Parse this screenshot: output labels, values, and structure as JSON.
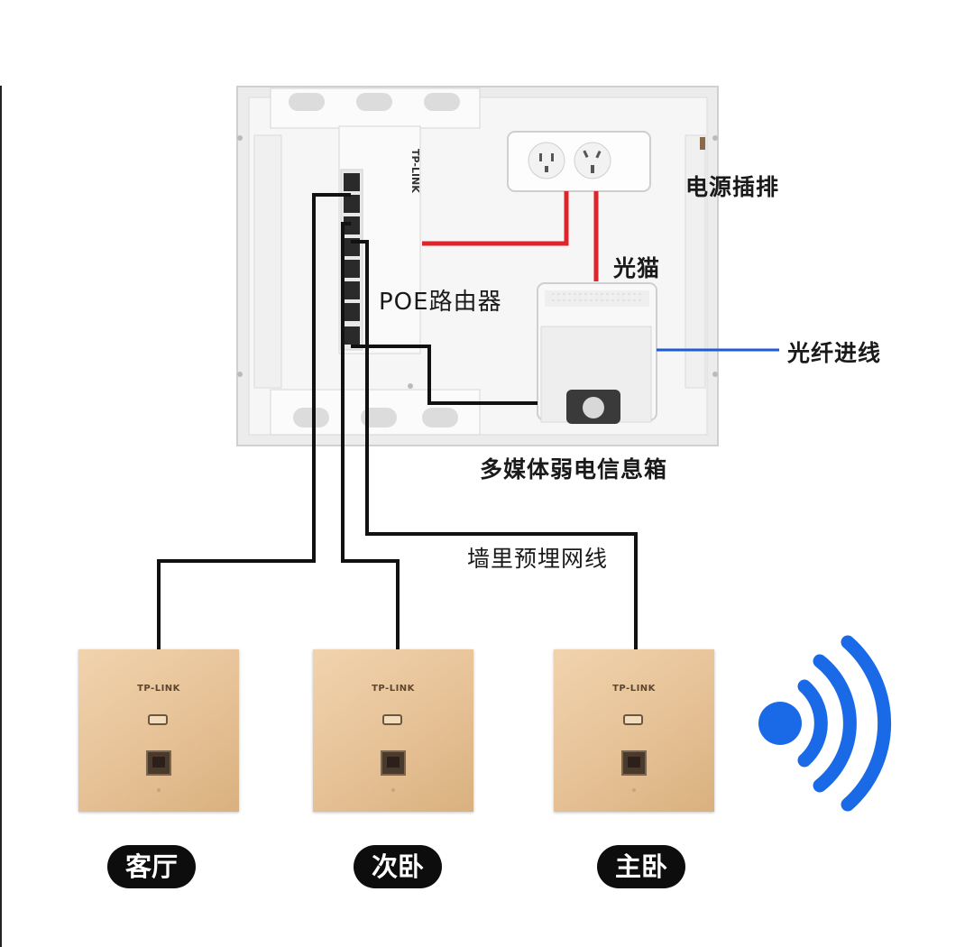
{
  "labels": {
    "power_strip": "电源插排",
    "modem": "光猫",
    "poe_router": "POE路由器",
    "fiber_in": "光纤进线",
    "media_box": "多媒体弱电信息箱",
    "wall_cable": "墙里预埋网线"
  },
  "rooms": [
    "客厅",
    "次卧",
    "主卧"
  ],
  "brand": "TP-LINK",
  "colors": {
    "power_line": "#e0242b",
    "fiber_line": "#1f5ad6",
    "cable": "#111111",
    "wifi": "#1a6ae8",
    "panel_gold": "#e6c196"
  },
  "icons": [
    "wifi-icon",
    "power-strip-icon",
    "modem-icon",
    "router-icon",
    "ap-panel-icon"
  ]
}
